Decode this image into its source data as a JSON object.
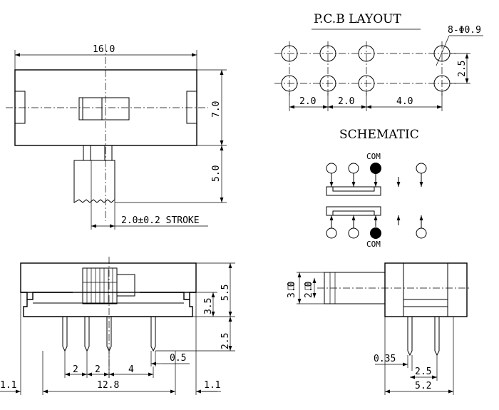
{
  "pcb_title": "P.C.B LAYOUT",
  "pcb_hole_note": "8-Φ0.9",
  "pcb_dims": {
    "pitch_1": "2.0",
    "pitch_2": "2.0",
    "pitch_3": "4.0",
    "row_gap": "2.5"
  },
  "schematic_title": "SCHEMATIC",
  "schematic_com_top": "COM",
  "schematic_com_bottom": "COM",
  "top_view": {
    "length": "16.0",
    "height": "7.0",
    "actuator": "5.0",
    "stroke": "2.0±0.2 STROKE"
  },
  "front_view": {
    "total_h": "5.5",
    "body_h": "3.5",
    "pin_len": "2.5",
    "pin_w": "0.5",
    "p1": "2",
    "p2": "2",
    "p3": "4",
    "span": "12.8",
    "left_off": "1.1",
    "right_off": "1.1"
  },
  "side_view": {
    "act_outer": "3.0",
    "act_inner": "2.0",
    "pin_t": "0.35",
    "pin_pitch": "2.5",
    "width": "5.2"
  }
}
